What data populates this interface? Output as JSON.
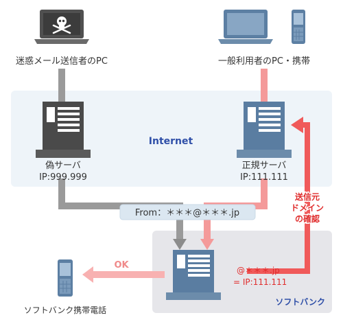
{
  "labels": {
    "spam_pc": "迷惑メール送信者のPC",
    "user_pc": "一般利用者のPC・携帯",
    "internet": "Internet",
    "fake_server_name": "偽サーバ",
    "fake_server_ip": "IP:999.999",
    "real_server_name": "正規サーバ",
    "real_server_ip": "IP:111.111",
    "from_header": "From：＊＊＊@＊＊＊.jp",
    "verify_l1": "送信元",
    "verify_l2": "ドメイン",
    "verify_l3": "の確認",
    "ok": "OK",
    "match_l1": "@＊＊＊.jp",
    "match_l2": "= IP:111.111",
    "softbank": "ソフトバンク",
    "softbank_phone": "ソフトバンク携帯電話"
  },
  "icons": {
    "spam_pc": "skull-laptop-icon",
    "user_pc": "laptop-icon",
    "user_phone": "mobile-phone-icon",
    "fake_server": "server-icon",
    "real_server": "server-icon",
    "softbank_server": "server-icon",
    "softbank_phone": "mobile-phone-icon"
  },
  "colors": {
    "internet_bg": "#eef4f9",
    "softbank_bg": "#e6e6ea",
    "gray_line": "#9a9a9a",
    "pink_line": "#f49a9a",
    "red_line": "#f05a5a",
    "red_text": "#e02c2c",
    "blue_text": "#2f4fa8",
    "server_dark": "#4a4a4a",
    "server_blue": "#5a7da1"
  }
}
